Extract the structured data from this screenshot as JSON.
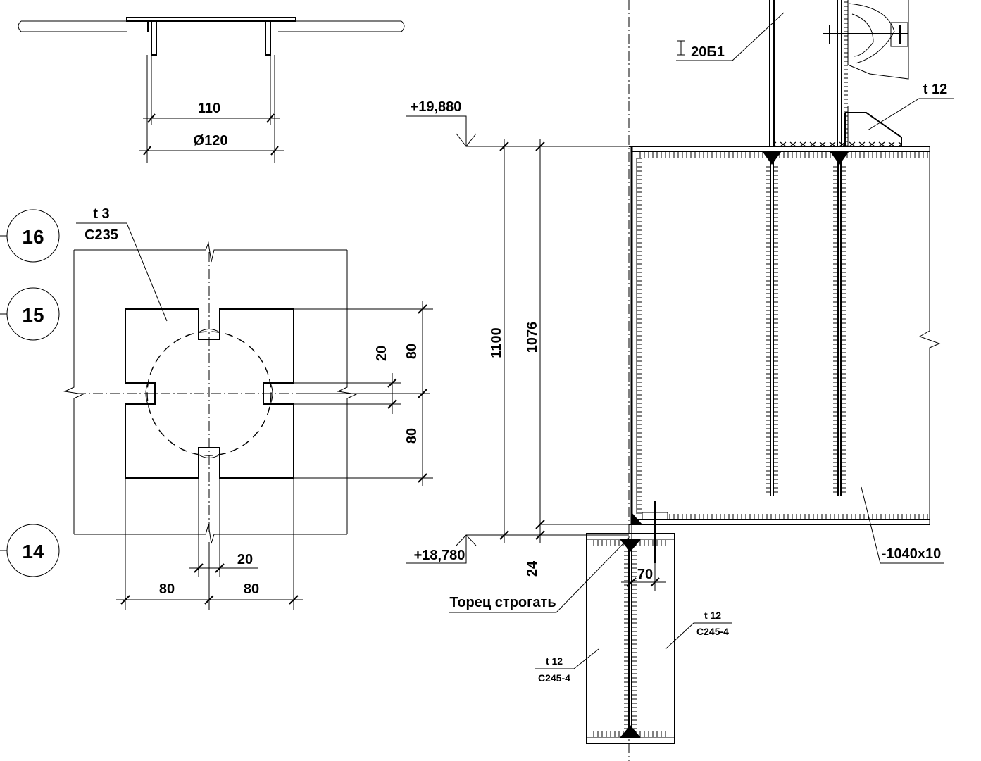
{
  "top_detail": {
    "dim_inner": "110",
    "dim_outer": "Ø120"
  },
  "callouts": [
    {
      "label": "16"
    },
    {
      "label": "15"
    },
    {
      "label": "14"
    }
  ],
  "plate": {
    "thickness": "t 3",
    "steel": "С235"
  },
  "plate_dims": {
    "slot_v": "20",
    "upper_v": "80",
    "lower_v": "80",
    "slot_h": "20",
    "left_h": "80",
    "right_h": "80"
  },
  "elevations": {
    "top": "+19,880",
    "bottom": "+18,780"
  },
  "section_dims": {
    "total_height": "1100",
    "inner_height": "1076",
    "base_gap": "24",
    "offset": "70"
  },
  "profile_label": "20Б1",
  "stiffener_top": "t 12",
  "web_label": "-1040х10",
  "note_planing": "Торец строгать",
  "plate_left": {
    "thickness": "t 12",
    "steel": "С245-4"
  },
  "plate_right": {
    "thickness": "t 12",
    "steel": "С245-4"
  }
}
